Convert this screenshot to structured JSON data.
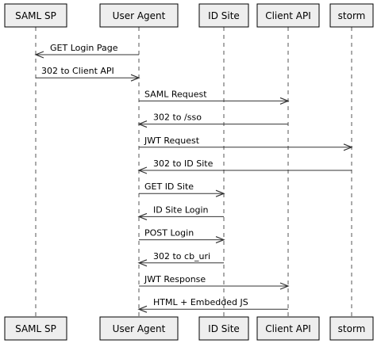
{
  "participants": [
    {
      "id": "saml-sp",
      "label": "SAML SP"
    },
    {
      "id": "user-agent",
      "label": "User Agent"
    },
    {
      "id": "id-site",
      "label": "ID Site"
    },
    {
      "id": "client-api",
      "label": "Client API"
    },
    {
      "id": "storm",
      "label": "storm"
    }
  ],
  "messages": [
    {
      "from": "user-agent",
      "to": "saml-sp",
      "label": "GET Login Page"
    },
    {
      "from": "saml-sp",
      "to": "user-agent",
      "label": "302 to Client API"
    },
    {
      "from": "user-agent",
      "to": "client-api",
      "label": "SAML Request"
    },
    {
      "from": "client-api",
      "to": "user-agent",
      "label": "302 to /sso"
    },
    {
      "from": "user-agent",
      "to": "storm",
      "label": "JWT Request"
    },
    {
      "from": "storm",
      "to": "user-agent",
      "label": "302 to ID Site"
    },
    {
      "from": "user-agent",
      "to": "id-site",
      "label": "GET ID Site"
    },
    {
      "from": "id-site",
      "to": "user-agent",
      "label": "ID Site Login"
    },
    {
      "from": "user-agent",
      "to": "id-site",
      "label": "POST Login"
    },
    {
      "from": "id-site",
      "to": "user-agent",
      "label": "302 to cb_uri"
    },
    {
      "from": "user-agent",
      "to": "client-api",
      "label": "JWT Response"
    },
    {
      "from": "client-api",
      "to": "user-agent",
      "label": "HTML + Embedded JS"
    }
  ]
}
